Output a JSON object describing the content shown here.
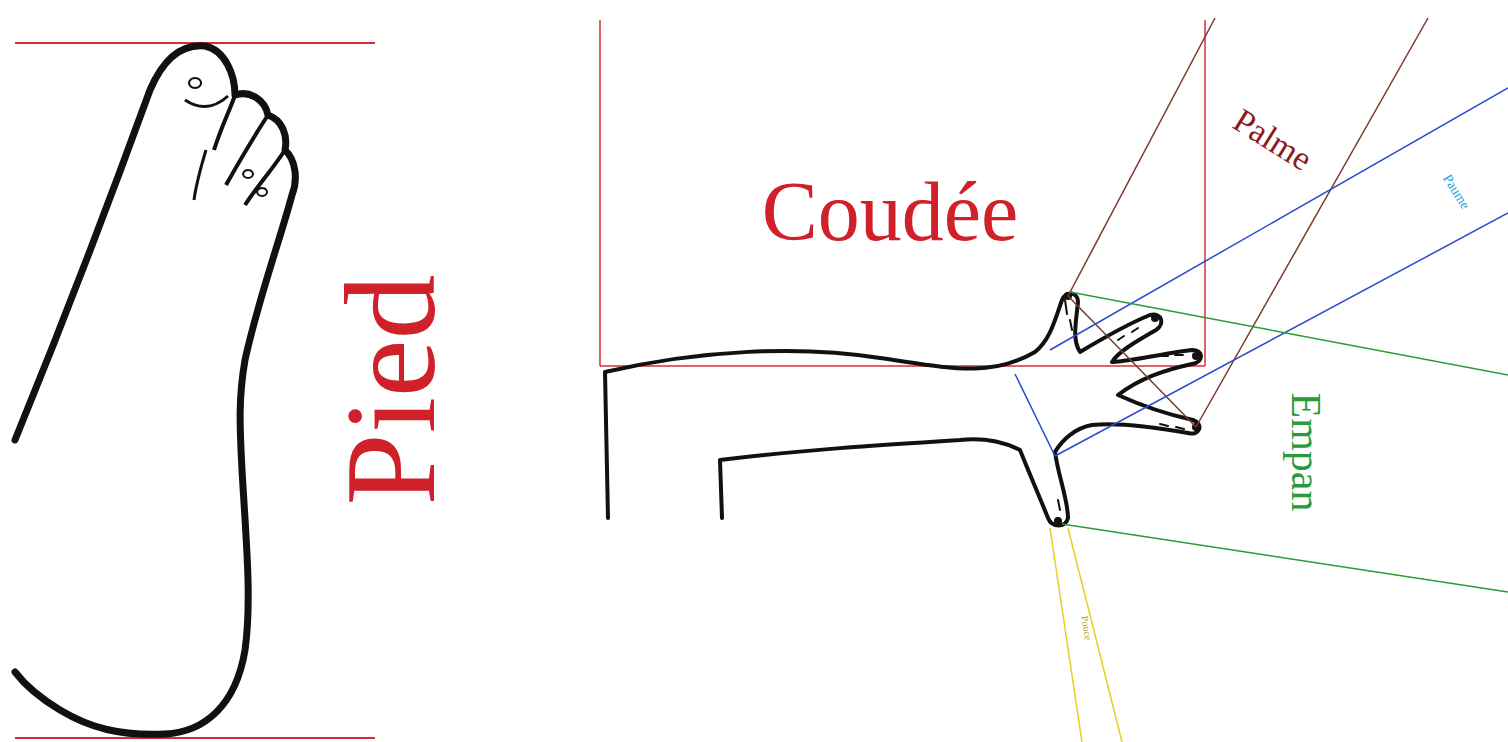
{
  "diagram": {
    "labels": [
      "Pied",
      "Coudée",
      "Palme",
      "Paume",
      "Empan",
      "Pouce"
    ]
  }
}
